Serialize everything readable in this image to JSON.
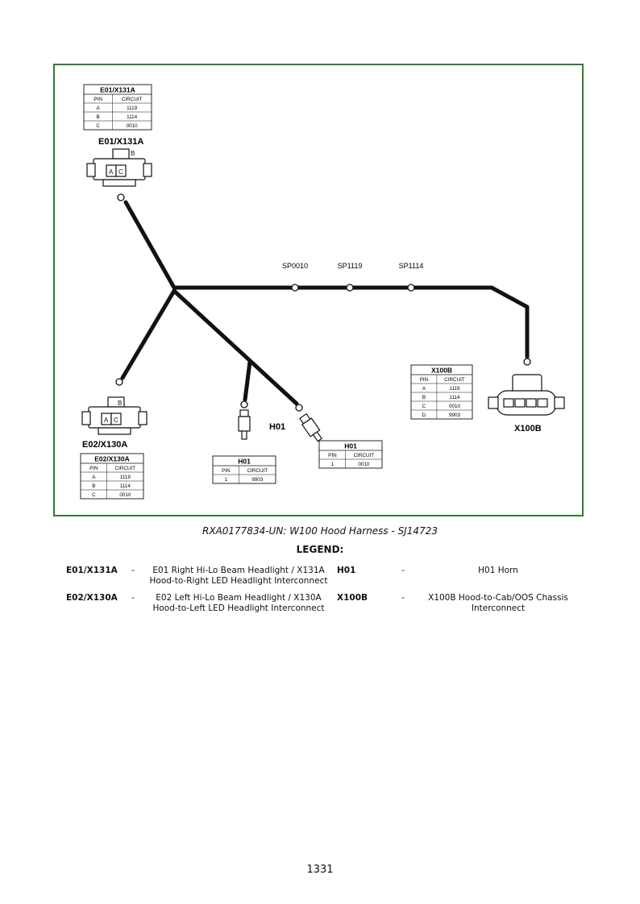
{
  "diagram": {
    "connectors": {
      "e01": {
        "label": "E01/X131A",
        "table_title": "E01/X131A",
        "cavity_label_b": "B",
        "cavity_label_a": "A",
        "cavity_label_c": "C"
      },
      "e02": {
        "label": "E02/X130A",
        "table_title": "E02/X130A",
        "cavity_label_b": "B",
        "cavity_label_a": "A",
        "cavity_label_c": "C"
      },
      "h01": {
        "label": "H01"
      },
      "x100b": {
        "label": "X100B",
        "table_title": "X100B"
      }
    },
    "splices": [
      "SP0010",
      "SP1119",
      "SP1114"
    ],
    "table_headers": {
      "pin": "PIN",
      "circuit": "CIRCUIT"
    },
    "tables": {
      "e01": {
        "title": "E01/X131A",
        "rows": [
          [
            "A",
            "1119"
          ],
          [
            "B",
            "1114"
          ],
          [
            "C",
            "0010"
          ]
        ]
      },
      "e02": {
        "title": "E02/X130A",
        "rows": [
          [
            "A",
            "1119"
          ],
          [
            "B",
            "1114"
          ],
          [
            "C",
            "0010"
          ]
        ]
      },
      "h01_a": {
        "title": "H01",
        "rows": [
          [
            "1",
            "9903"
          ]
        ]
      },
      "h01_b": {
        "title": "H01",
        "rows": [
          [
            "1",
            "0010"
          ]
        ]
      },
      "x100b": {
        "title": "X100B",
        "rows": [
          [
            "A",
            "1119"
          ],
          [
            "B",
            "1114"
          ],
          [
            "C",
            "0010"
          ],
          [
            "D",
            "9903"
          ]
        ]
      }
    }
  },
  "caption": "RXA0177834-UN: W100 Hood Harness - SJ14723",
  "legend": {
    "title": "LEGEND:",
    "rows": [
      {
        "code1": "E01/X131A",
        "dash1": "-",
        "desc1_line1": "E01 Right Hi-Lo Beam Headlight / X131A",
        "desc1_line2": "Hood-to-Right LED Headlight Interconnect",
        "code2": "H01",
        "dash2": "-",
        "desc2_line1": "H01 Horn",
        "desc2_line2": ""
      },
      {
        "code1": "E02/X130A",
        "dash1": "-",
        "desc1_line1": "E02 Left Hi-Lo Beam Headlight / X130A",
        "desc1_line2": "Hood-to-Left LED Headlight Interconnect",
        "code2": "X100B",
        "dash2": "-",
        "desc2_line1": "X100B Hood-to-Cab/OOS Chassis",
        "desc2_line2": "Interconnect"
      }
    ]
  },
  "page_number": "1331",
  "colors": {
    "frame": "#2e7d32",
    "wire": "#111111"
  }
}
